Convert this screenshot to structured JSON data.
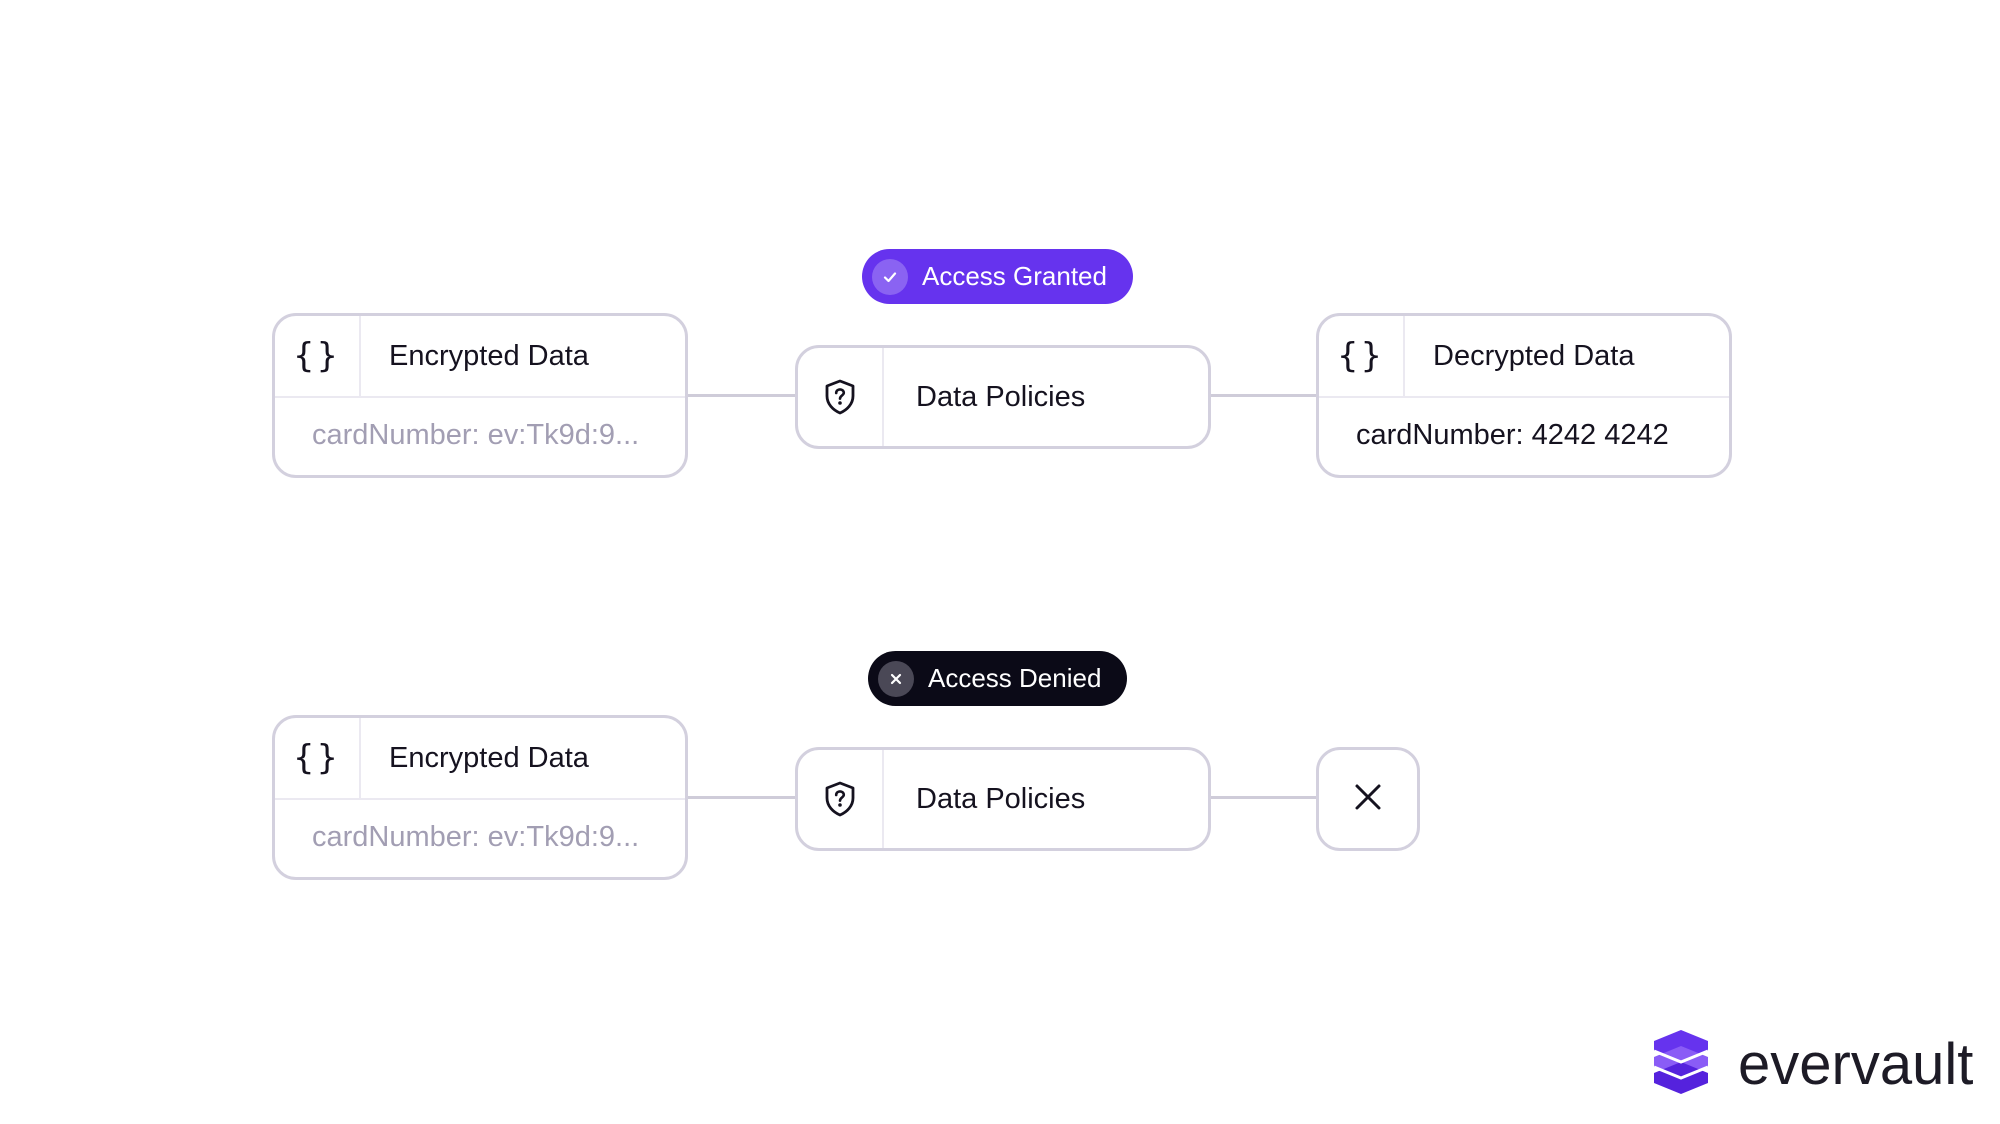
{
  "brand": {
    "name": "evervault",
    "accent": "#6633ee"
  },
  "granted": {
    "badge": {
      "label": "Access Granted",
      "icon": "check-icon",
      "color": "#6633ee"
    },
    "source": {
      "icon": "braces-icon",
      "title": "Encrypted Data",
      "value": "cardNumber: ev:Tk9d:9..."
    },
    "policy": {
      "icon": "shield-question-icon",
      "title": "Data Policies"
    },
    "target": {
      "icon": "braces-icon",
      "title": "Decrypted Data",
      "value": "cardNumber: 4242 4242"
    }
  },
  "denied": {
    "badge": {
      "label": "Access Denied",
      "icon": "x-icon",
      "color": "#0b0a17"
    },
    "source": {
      "icon": "braces-icon",
      "title": "Encrypted Data",
      "value": "cardNumber: ev:Tk9d:9..."
    },
    "policy": {
      "icon": "shield-question-icon",
      "title": "Data Policies"
    },
    "target": {
      "icon": "x-icon"
    }
  }
}
